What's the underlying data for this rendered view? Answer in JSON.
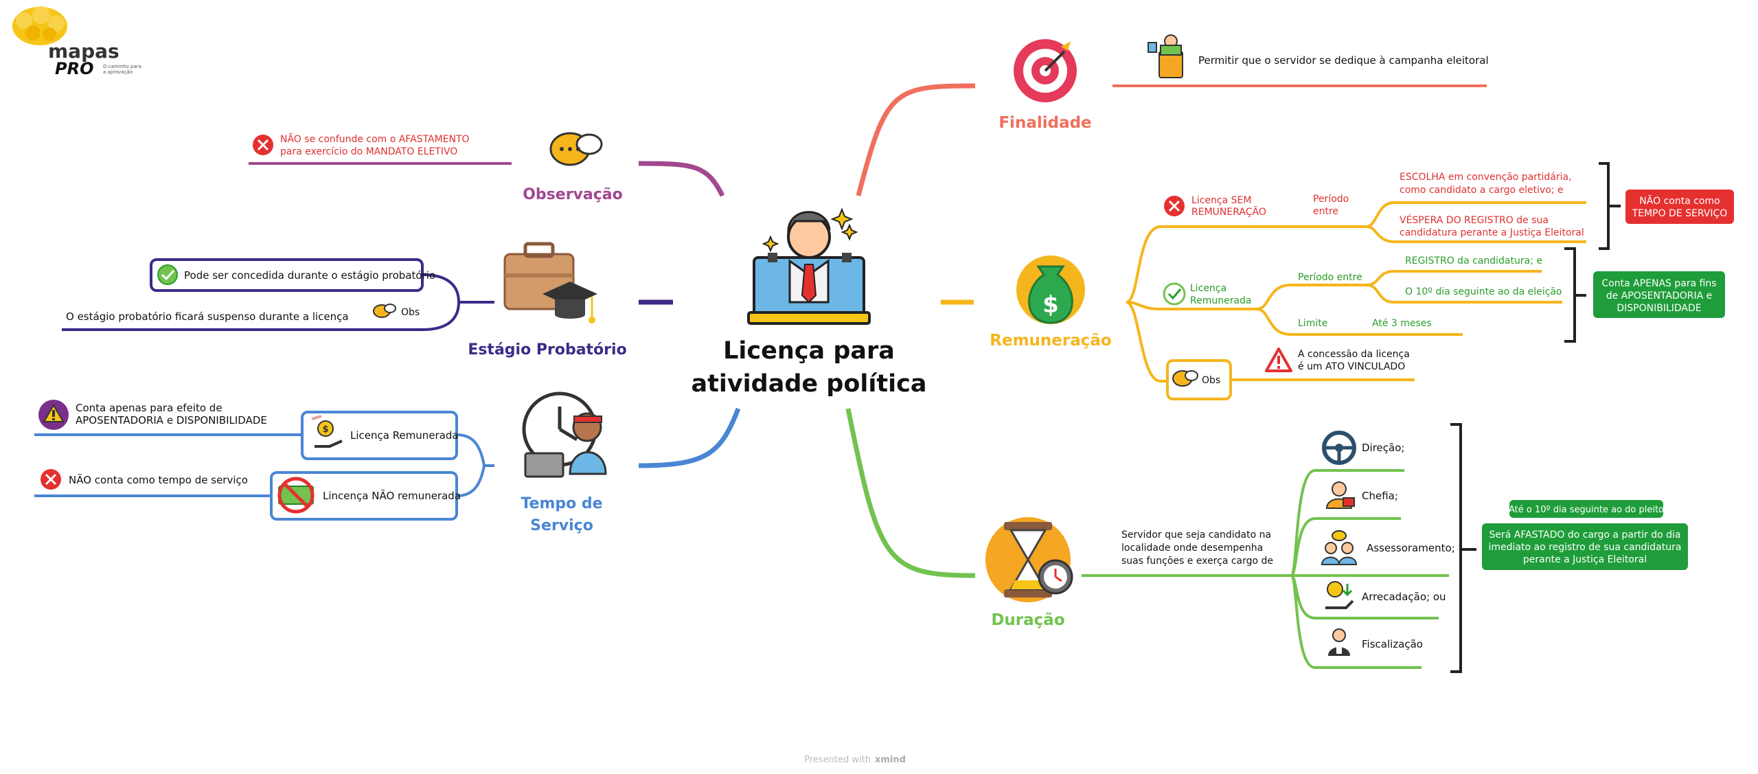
{
  "logo": {
    "line1": "mapas",
    "line2": "PRO",
    "tagline1": "O caminho para",
    "tagline2": "a aprovação"
  },
  "central": {
    "title_line1": "Licença para",
    "title_line2": "atividade política"
  },
  "footer": {
    "prefix": "Presented with",
    "brand": "xmind"
  },
  "colors": {
    "finalidade": "#f06f5c",
    "remuneracao": "#f5b51c",
    "duracao": "#72c24f",
    "observacao": "#a1488f",
    "estagio": "#3d2a88",
    "tempo": "#4a86d4",
    "red_text": "#e03030",
    "green_text": "#2a9d2a",
    "green_box": "#1f9d3a",
    "red_box": "#e53030"
  },
  "finalidade": {
    "label": "Finalidade",
    "icon": "target-icon",
    "item": "Permitir que o servidor se dedique à campanha eleitoral",
    "item_icon": "campaign-speaker-icon"
  },
  "remuneracao": {
    "label": "Remuneração",
    "icon": "money-bag-icon",
    "sem": {
      "label_line1": "Licença SEM",
      "label_line2": "REMUNERAÇÃO",
      "period_line1": "Período",
      "period_line2": "entre",
      "item1_line1": "ESCOLHA em convenção partidária,",
      "item1_line2": "como candidato a cargo eletivo; e",
      "item2_line1": "VÉSPERA DO REGISTRO de sua",
      "item2_line2": "candidatura perante a Justiça Eleitoral",
      "summary_line1": "NÃO conta como",
      "summary_line2": "TEMPO DE SERVIÇO"
    },
    "com": {
      "label_line1": "Licença",
      "label_line2": "Remunerada",
      "period": "Período entre",
      "item1": "REGISTRO da candidatura; e",
      "item2": "O 10º dia seguinte ao da eleição",
      "limit": "Limite",
      "limit_value": "Até 3 meses",
      "summary_line1": "Conta APENAS para fins",
      "summary_line2": "de APOSENTADORIA e",
      "summary_line3": "DISPONIBILIDADE"
    },
    "obs": {
      "label": "Obs",
      "text_line1": "A concessão da licença",
      "text_line2": "é um ATO VINCULADO"
    }
  },
  "duracao": {
    "label": "Duração",
    "icon": "hourglass-clock-icon",
    "desc_line1": "Servidor que seja candidato na",
    "desc_line2": "localidade onde desempenha",
    "desc_line3": "suas funções e exerça cargo de",
    "items": [
      "Direção;",
      "Chefia;",
      "Assessoramento;",
      "Arrecadação; ou",
      "Fiscalização"
    ],
    "badge": "Até o 10º dia seguinte ao do pleito",
    "result_line1": "Será AFASTADO do cargo a partir do dia",
    "result_line2": "imediato ao registro de sua candidatura",
    "result_line3": "perante a Justiça Eleitoral"
  },
  "observacao": {
    "label": "Observação",
    "icon": "speech-bubbles-icon",
    "text_line1": "NÃO se confunde com o AFASTAMENTO",
    "text_line2": "para exercício do MANDATO ELETIVO"
  },
  "estagio": {
    "label": "Estágio Probatório",
    "icon": "briefcase-graduation-icon",
    "item1": "Pode ser concedida durante o estágio probatório",
    "obs_label": "Obs",
    "obs_text": "O estágio probatório ficará suspenso durante a licença"
  },
  "tempo": {
    "label_line1": "Tempo de",
    "label_line2": "Serviço",
    "icon": "worker-clock-icon",
    "rem_label": "Licença Remunerada",
    "rem_text_line1": "Conta apenas para efeito de",
    "rem_text_line2": "APOSENTADORIA e DISPONIBILIDADE",
    "nao_label": "Lincença NÃO remunerada",
    "nao_text": "NÃO conta como tempo de serviço"
  }
}
